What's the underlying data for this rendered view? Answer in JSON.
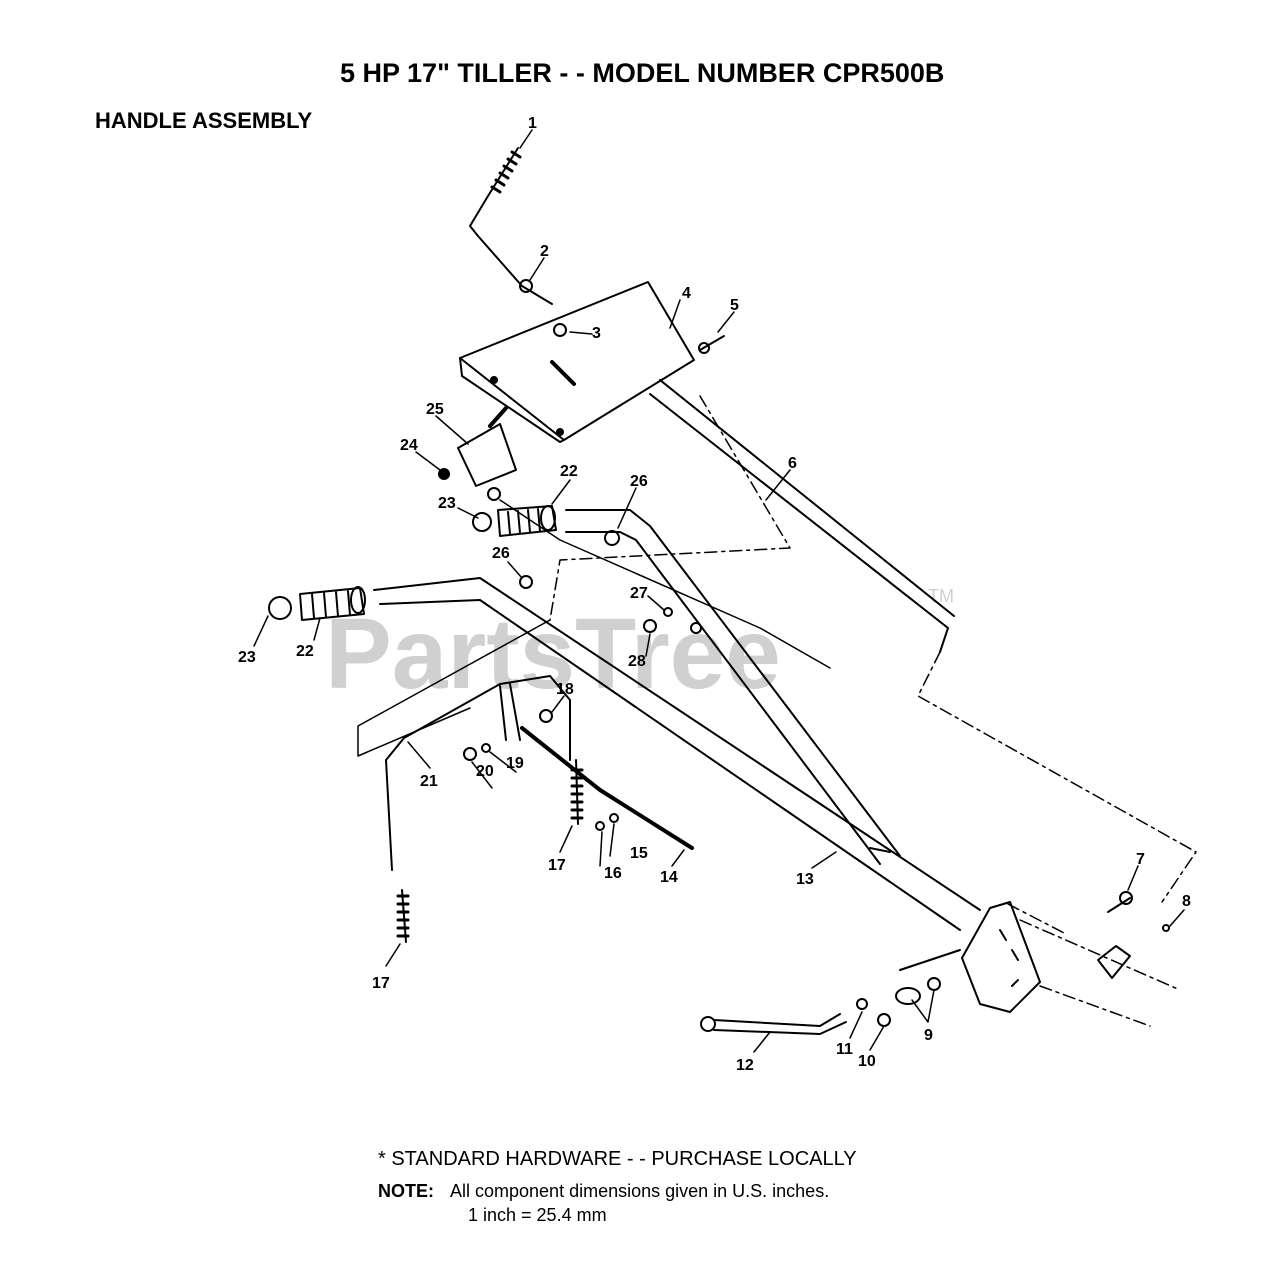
{
  "header": {
    "title": "5 HP 17\" TILLER - - MODEL NUMBER CPR500B",
    "section": "HANDLE ASSEMBLY"
  },
  "watermark": {
    "text": "PartsTree",
    "tm": "TM"
  },
  "callouts": [
    "1",
    "2",
    "3",
    "4",
    "5",
    "6",
    "7",
    "8",
    "9",
    "10",
    "11",
    "12",
    "13",
    "14",
    "15",
    "16",
    "17",
    "17",
    "18",
    "19",
    "20",
    "21",
    "22",
    "22",
    "23",
    "23",
    "24",
    "25",
    "26",
    "26",
    "27",
    "28"
  ],
  "footer": {
    "standard_hardware": "*  STANDARD HARDWARE - - PURCHASE LOCALLY",
    "note_label": "NOTE:",
    "note_text": "All component dimensions given in U.S. inches.",
    "conversion": "1 inch = 25.4 mm"
  }
}
